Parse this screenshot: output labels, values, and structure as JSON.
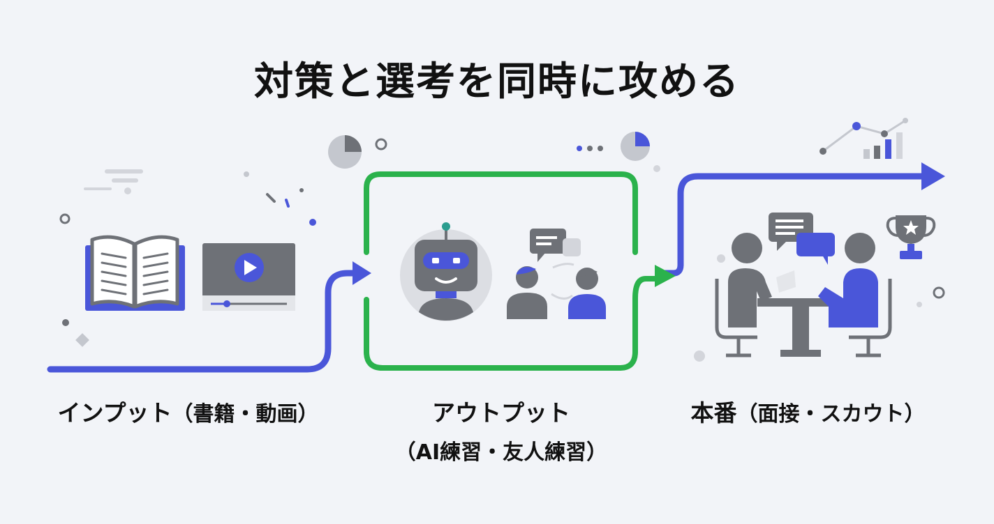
{
  "title": "対策と選考を同時に攻める",
  "stages": [
    {
      "label": "インプット",
      "note": "（書籍・動画）"
    },
    {
      "label": "アウトプット",
      "note": "（AI練習・友人練習）"
    },
    {
      "label": "本番",
      "note": "（面接・スカウト）"
    }
  ],
  "colors": {
    "flow_blue": "#4a56d9",
    "frame_green": "#2bb24c",
    "icon_gray": "#6e7177",
    "background": "#f2f4f8"
  },
  "icons": [
    "open-book-icon",
    "video-player-icon",
    "robot-icon",
    "chat-bubble-icon",
    "people-icon",
    "interview-table-icon",
    "trophy-icon",
    "line-chart-icon",
    "bar-chart-icon",
    "pie-chart-icon"
  ]
}
